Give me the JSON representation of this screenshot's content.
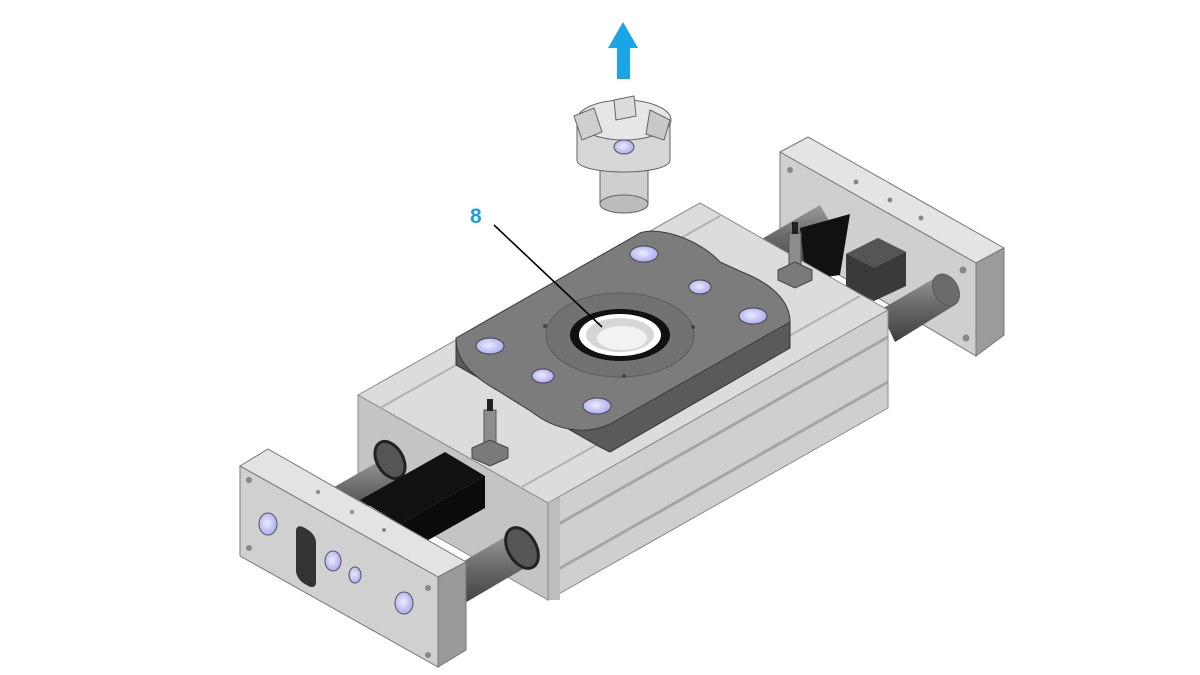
{
  "callouts": [
    {
      "number": "8",
      "color": "#1a9fdc",
      "target": "seal-ring"
    }
  ],
  "direction_arrow": {
    "color": "#1aa5e6",
    "direction": "up"
  },
  "colors": {
    "body_light": "#d9d9d9",
    "body_mid": "#c2c2c2",
    "body_dark": "#9a9a9a",
    "plate_top": "#7e7e7e",
    "plate_side": "#5e5e5e",
    "screw_head": "#c9c9ff",
    "black_part": "#111111"
  }
}
